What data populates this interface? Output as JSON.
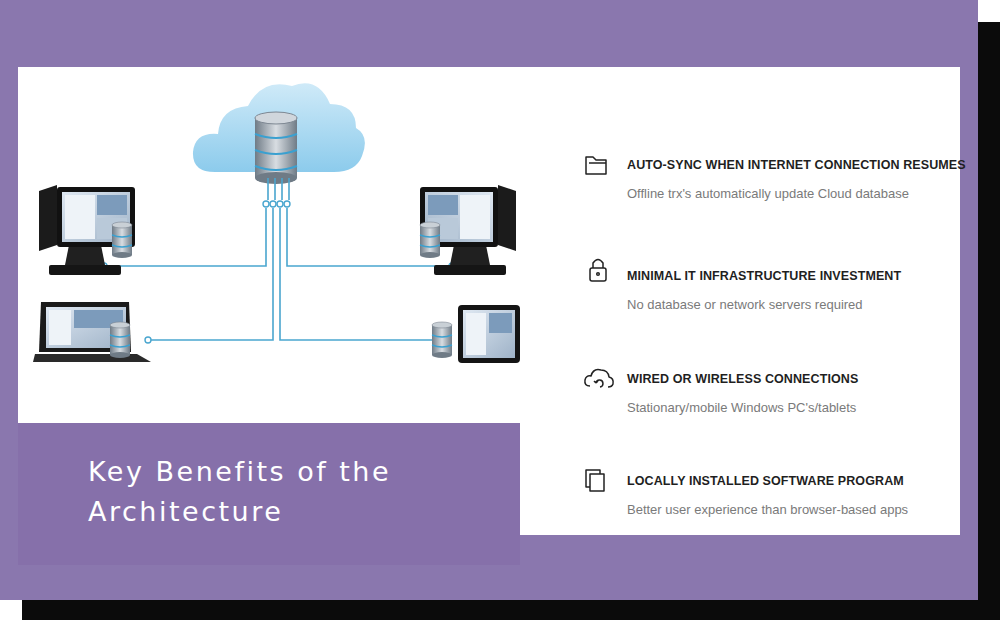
{
  "diagram": {
    "title": "Key Benefits of the Architecture",
    "nodes": [
      {
        "text": [
          "AUTO-SYNC WHEN INTERNET CONNECTION RESUMES",
          "Offline trx's automatically update Cloud database"
        ]
      },
      {
        "text": [
          "MINIMAL IT INFRASTRUCTURE INVESTMENT",
          "No database or network servers required"
        ]
      },
      {
        "text": [
          "WIRED OR WIRELESS CONNECTIONS",
          "Stationary/mobile Windows PC's/tablets"
        ]
      },
      {
        "text": [
          "LOCALLY INSTALLED SOFTWARE PROGRAM",
          "Better user experience than browser-based apps"
        ]
      }
    ]
  }
}
